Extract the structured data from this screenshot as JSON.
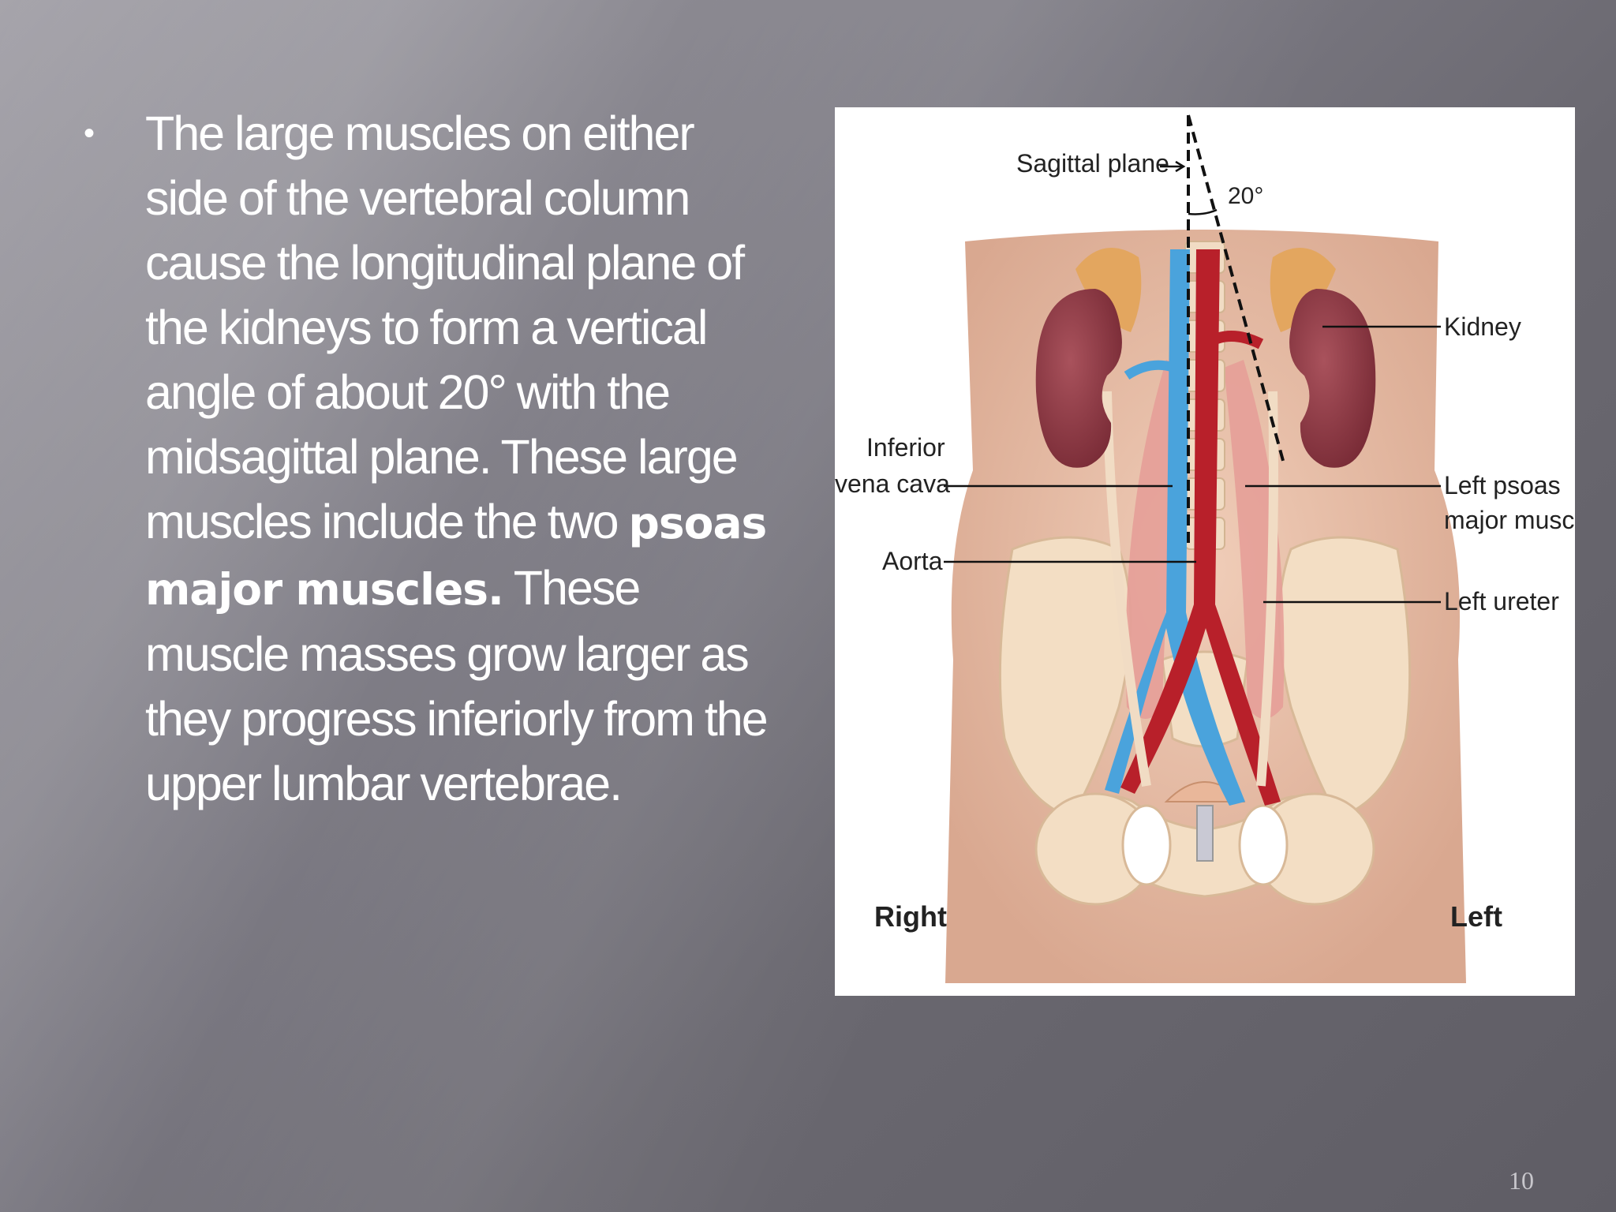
{
  "slide": {
    "bullet_symbol": "•",
    "text_part1": "The large muscles on either side of the vertebral column cause the longitudinal plane of the kidneys to form a vertical angle of about 20° with the midsagittal plane. These large muscles include the two ",
    "text_bold": "psoas major muscles.",
    "text_part2": " These muscle masses grow larger as they progress inferiorly from the upper lumbar vertebrae.",
    "page_number": "10"
  },
  "figure": {
    "labels": {
      "sagittal_plane": "Sagittal plane",
      "angle": "20°",
      "kidney": "Kidney",
      "ivc_line1": "Inferior",
      "ivc_line2": "vena cava",
      "left_psoas_line1": "Left psoas",
      "left_psoas_line2": "major muscle",
      "aorta": "Aorta",
      "left_ureter": "Left ureter",
      "right": "Right",
      "left": "Left"
    },
    "colors": {
      "skin": "#e8c2ad",
      "kidney": "#8e3a45",
      "adrenal": "#e3a65f",
      "aorta": "#b8202a",
      "vena_cava": "#4aa3dc",
      "bone": "#f2dcc0",
      "muscle": "#e39a92"
    }
  }
}
